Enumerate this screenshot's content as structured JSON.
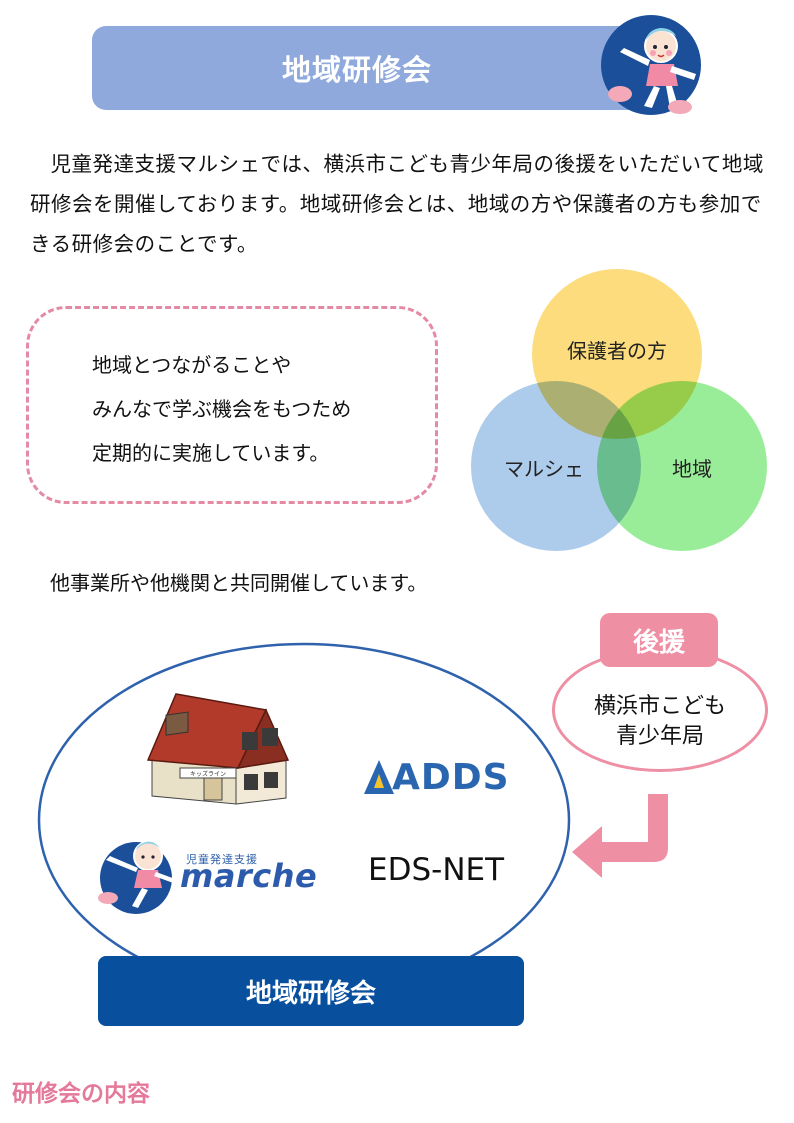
{
  "header": {
    "title": "地域研修会"
  },
  "intro": {
    "paragraph": "児童発達支援マルシェでは、横浜市こども青少年局の後援をいただいて地域研修会を開催しております。地域研修会とは、地域の方や保護者の方も参加できる研修会のことです。"
  },
  "dashbox": {
    "lines": [
      "地域とつながることや",
      "みんなで学ぶ機会をもつため",
      "定期的に実施しています。"
    ]
  },
  "venn": {
    "top_label": "保護者の方",
    "left_label": "マルシェ",
    "right_label": "地域",
    "colors": {
      "top": "#fcdc7c",
      "left": "#a9c8ea",
      "right": "#93ec93"
    }
  },
  "cohost_text": "他事業所や他機関と共同開催しています。",
  "support": {
    "badge": "後援",
    "org": "横浜市こども青少年局",
    "org_lines": [
      "横浜市こども",
      "青少年局"
    ],
    "color": "#ee8fa4"
  },
  "partners": {
    "adds": "ADDS",
    "marche_small": "児童発達支援",
    "marche_word": "marche",
    "house_sign": "キッズライン",
    "edsnet": "EDS-NET"
  },
  "footer_banner": {
    "title": "地域研修会",
    "color": "#08509e"
  },
  "section_heading": "研修会の内容"
}
